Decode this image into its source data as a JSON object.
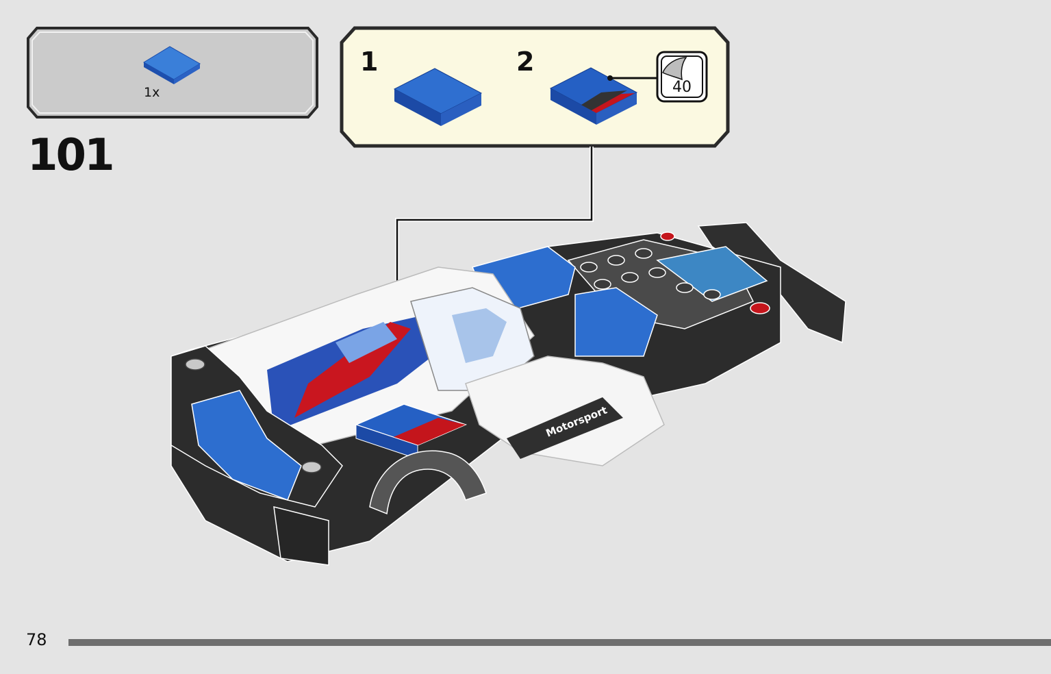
{
  "page": {
    "number": "78",
    "step": "101",
    "progress": 1.0
  },
  "parts_list": {
    "items": [
      {
        "part": "blue-tile-2x2-icon",
        "quantity": "1x"
      }
    ]
  },
  "substeps": [
    {
      "number": "1",
      "part": "blue-tile-2x2-icon"
    },
    {
      "number": "2",
      "part": "blue-tile-with-sticker-icon",
      "sticker": {
        "number": "40",
        "icon": "sticker-sheet-icon"
      }
    }
  ],
  "colors": {
    "background": "#e4e4e4",
    "parts_panel": "#cbcbcb",
    "substep_panel": "#fbf9e1",
    "brick_blue": "#2d6ecf",
    "brick_blue_dark": "#1a4aa8",
    "brick_red": "#c4151c",
    "brick_black": "#2c2c2c",
    "brick_white": "#ffffff"
  },
  "model": {
    "icon": "race-car-model-icon",
    "decal_text": "Motorsport"
  }
}
